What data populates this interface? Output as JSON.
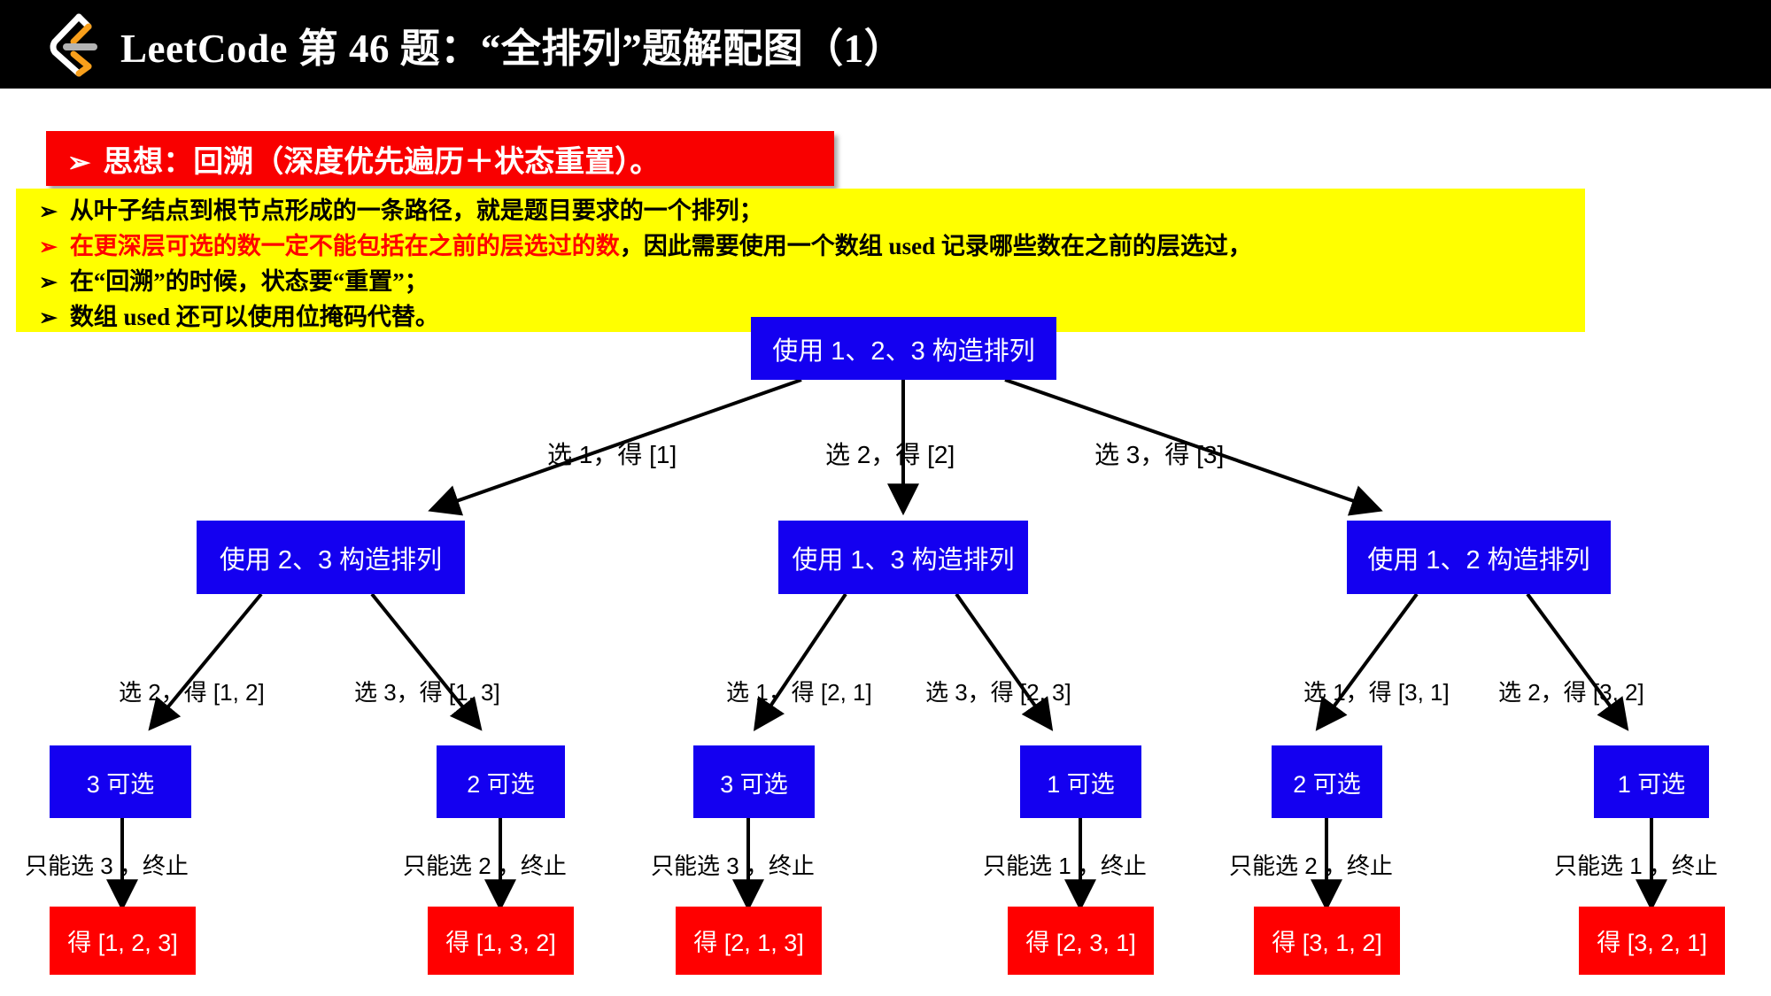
{
  "header": {
    "logo_icon": "leetcode-logo-icon",
    "title": "LeetCode 第 46 题：“全排列”题解配图（1）"
  },
  "callout": {
    "bullet": "➢",
    "text": "思想：回溯（深度优先遍历＋状态重置）。",
    "bg_color": "#f90000",
    "text_color": "#ffffff"
  },
  "notes": {
    "bg_color": "#ffff00",
    "bullet": "➢",
    "lines": [
      {
        "segments": [
          {
            "text": "从叶子结点到根节点形成的一条路径，就是题目要求的一个排列；",
            "color": "#000000"
          }
        ]
      },
      {
        "segments": [
          {
            "text": "在更深层可选的数一定不能包括在之前的层选过的数",
            "color": "#ff0000"
          },
          {
            "text": "，因此需要使用一个数组 used 记录哪些数在之前的层选过，",
            "color": "#000000"
          }
        ]
      },
      {
        "segments": [
          {
            "text": "在“回溯”的时候，状态要“重置”；",
            "color": "#000000"
          }
        ]
      },
      {
        "segments": [
          {
            "text": "数组 used 还可以使用位掩码代替。",
            "color": "#000000"
          }
        ]
      }
    ]
  },
  "tree": {
    "node_color": "#1400f0",
    "leaf_color": "#ff0000",
    "root": {
      "label": "使用 1、2、3 构造排列"
    },
    "level1_edge_labels": [
      "选 1，得 [1]",
      "选 2，得 [2]",
      "选 3，得 [3]"
    ],
    "level1_nodes": [
      {
        "label": "使用 2、3 构造排列"
      },
      {
        "label": "使用 1、3 构造排列"
      },
      {
        "label": "使用 1、2 构造排列"
      }
    ],
    "level2_edge_labels": [
      "选 2，得 [1, 2]",
      "选 3，得 [1, 3]",
      "选 1，得 [2, 1]",
      "选 3，得 [2, 3]",
      "选 1，得 [3, 1]",
      "选 2，得 [3, 2]"
    ],
    "level2_nodes": [
      {
        "label": "3 可选"
      },
      {
        "label": "2 可选"
      },
      {
        "label": "3 可选"
      },
      {
        "label": "1 可选"
      },
      {
        "label": "2 可选"
      },
      {
        "label": "1 可选"
      }
    ],
    "level3_edge_labels": [
      "只能选 3 ，终止",
      "只能选 2 ，终止",
      "只能选 3 ，终止",
      "只能选 1 ，终止",
      "只能选 2 ，终止",
      "只能选 1 ，终止"
    ],
    "leaves": [
      {
        "label": "得 [1, 2, 3]"
      },
      {
        "label": "得 [1, 3, 2]"
      },
      {
        "label": "得 [2, 1, 3]"
      },
      {
        "label": "得 [2, 3, 1]"
      },
      {
        "label": "得 [3, 1, 2]"
      },
      {
        "label": "得 [3, 2, 1]"
      }
    ]
  }
}
